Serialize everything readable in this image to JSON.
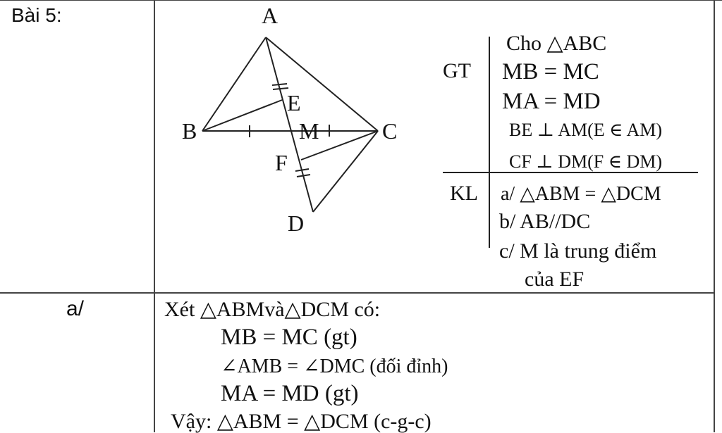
{
  "table": {
    "row1_label": "Bài 5:",
    "row2_label": "a/"
  },
  "figure": {
    "points": {
      "A": "A",
      "B": "B",
      "C": "C",
      "D": "D",
      "E": "E",
      "F": "F",
      "M": "M"
    }
  },
  "hypothesis": {
    "gt_label": "GT",
    "given_1": "Cho △ABC",
    "given_2": "MB = MC",
    "given_3": "MA = MD",
    "given_4": "BE ⊥ AM(E ∈ AM)",
    "given_5": "CF ⊥ DM(F ∈ DM)",
    "kl_label": "KL",
    "conclusion_a": "a/ △ABM = △DCM",
    "conclusion_b": "b/ AB//DC",
    "conclusion_c1": "c/ M là trung điểm",
    "conclusion_c2": "của EF"
  },
  "solution": {
    "line1": "Xét △ABMvà△DCM có:",
    "line2": "MB = MC (gt)",
    "line3": "∠AMB = ∠DMC (đối đỉnh)",
    "line4": "MA = MD (gt)",
    "line5": "Vậy: △ABM = △DCM (c-g-c)"
  }
}
